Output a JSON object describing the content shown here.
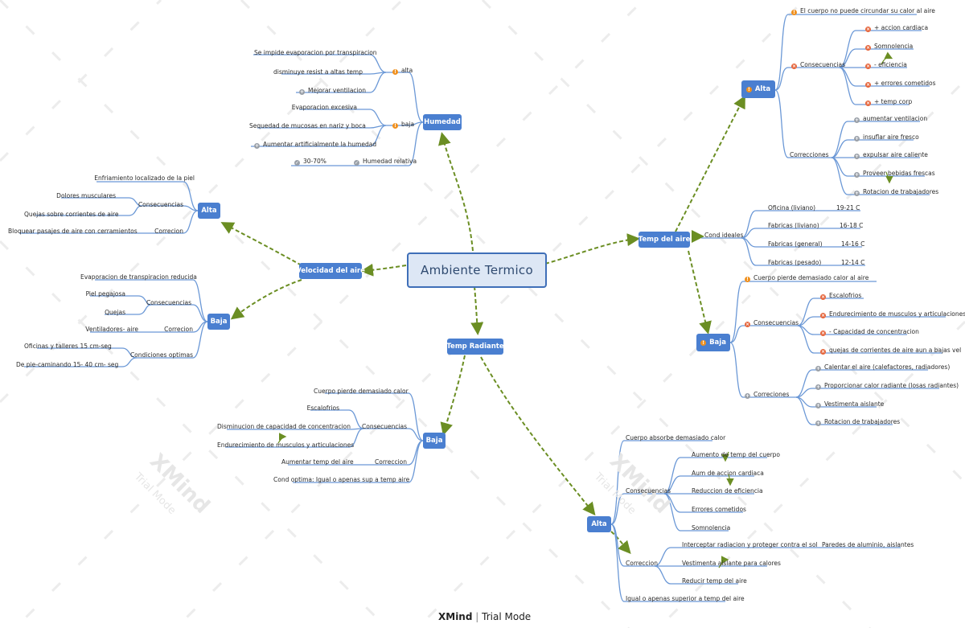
{
  "central": "Ambiente  Termico",
  "footer": {
    "brand": "XMind",
    "mode": "Trial Mode"
  },
  "watermark": {
    "brand": "XMind",
    "mode": "Trial Mode"
  },
  "humedad": {
    "title": "Humedad",
    "alta": {
      "label": "alta",
      "items": [
        "Se impide evaporacion por transpiracion",
        "disminuye resist a altas temp",
        "Mejorar ventilacion"
      ]
    },
    "baja": {
      "label": "baja",
      "items": [
        "Evaporacion excesiva",
        "Sequedad de mucosas en nariz y boca",
        "Aumentar artificialmente la humedad"
      ]
    },
    "relativa": {
      "label": "Humedad relativa",
      "value": "30-70%"
    }
  },
  "velocidad": {
    "title": "Velocidad del aire",
    "alta": {
      "title": "Alta",
      "consecuencias_label": "Consecuencias",
      "correccion_label": "Correcion",
      "top": "Enfriamiento localizado de la piel",
      "consecuencias": [
        "Dolores musculares",
        "Quejas sobre corrientes de aire"
      ],
      "correccion": "Bloquear pasajes de aire con cerramientos"
    },
    "baja": {
      "title": "Baja",
      "top": "Evaporacion de transpiracion reducida",
      "consecuencias_label": "Consecuencias",
      "consecuencias": [
        "Piel pegajosa",
        "Quejas"
      ],
      "correccion_label": "Correcion",
      "correccion": "Ventiladores- aire",
      "condiciones_label": "Condiciones optimas",
      "condiciones": [
        "Oficinas y talleres 15 cm-seg",
        "De pie-caminando 15- 40 cm- seg"
      ]
    }
  },
  "temp_radiante": {
    "title": "Temp Radiante",
    "baja": {
      "title": "Baja",
      "top": "Cuerpo pierde demasiado calor",
      "consecuencias_label": "Consecuencias",
      "consecuencias": [
        "Escalofrios",
        "Disminucion de capacidad de concentracion",
        "Endurecimiento de musculos y articulaciones"
      ],
      "correccion_label": "Correccion",
      "correccion": "Aumentar temp del aire",
      "optima": "Cond optima: Igual o apenas sup a temp aire"
    },
    "alta": {
      "title": "Alta",
      "top": "Cuerpo absorbe demasiado calor",
      "consecuencias_label": "Consecuencias",
      "consecuencias": [
        "Aumento de temp del cuerpo",
        "Aum de accion cardiaca",
        "Reduccion de eficiencia",
        "Errores cometidos",
        "Somnolencia"
      ],
      "correccion_label": "Correccion",
      "correccion": [
        "Interceptar radiacion y proteger contra el sol",
        "Vestimenta aislante para calores",
        "Reducir temp del aire"
      ],
      "paredes": "Paredes de aluminio, aislantes",
      "bottom": "Igual o apenas superior a temp del aire"
    }
  },
  "temp_aire": {
    "title": "Temp del aire",
    "alta": {
      "title": "Alta",
      "top": "El cuerpo no puede circundar su calor al aire",
      "consecuencias_label": "Consecuencias",
      "consecuencias": [
        "+ accion cardiaca",
        "Somnolencia",
        "- eficiencia",
        "+ errores cometidos",
        "+ temp corp"
      ],
      "correcciones_label": "Correcciones",
      "correcciones": [
        "aumentar ventilacion",
        "insuflar aire fresco",
        "expulsar aire caliente",
        "Proveer bebidas frescas",
        "Rotacion de trabajadores"
      ]
    },
    "cond": {
      "label": "Cond ideales",
      "rows": [
        {
          "name": "Oficina (liviano)",
          "value": "19-21 C"
        },
        {
          "name": "Fabricas (liviano)",
          "value": "16-18 C"
        },
        {
          "name": "Fabricas (general)",
          "value": "14-16 C"
        },
        {
          "name": "Fabricas (pesado)",
          "value": "12-14 C"
        }
      ]
    },
    "baja": {
      "title": "Baja",
      "top": "Cuerpo pierde demasiado calor al aire",
      "consecuencias_label": "Consecuencias",
      "consecuencias": [
        "Escalofrios",
        "Endurecimiento de musculos y articulaciones",
        "- Capacidad de concentracion",
        "quejas de corrientes de aire aun a bajas vel"
      ],
      "correcciones_label": "Correciones",
      "correcciones": [
        "Calentar el aire (calefactores, radiadores)",
        "Proporcionar calor radiante (losas radiantes)",
        "Vestimenta aislante",
        "Rotacion de trabajadores"
      ]
    }
  },
  "colors": {
    "topic": "#4a7fd0",
    "line": "#6b98d6",
    "arrow": "#6b8e23",
    "central_bg": "#dde7f5",
    "central_border": "#3f6fb8"
  }
}
